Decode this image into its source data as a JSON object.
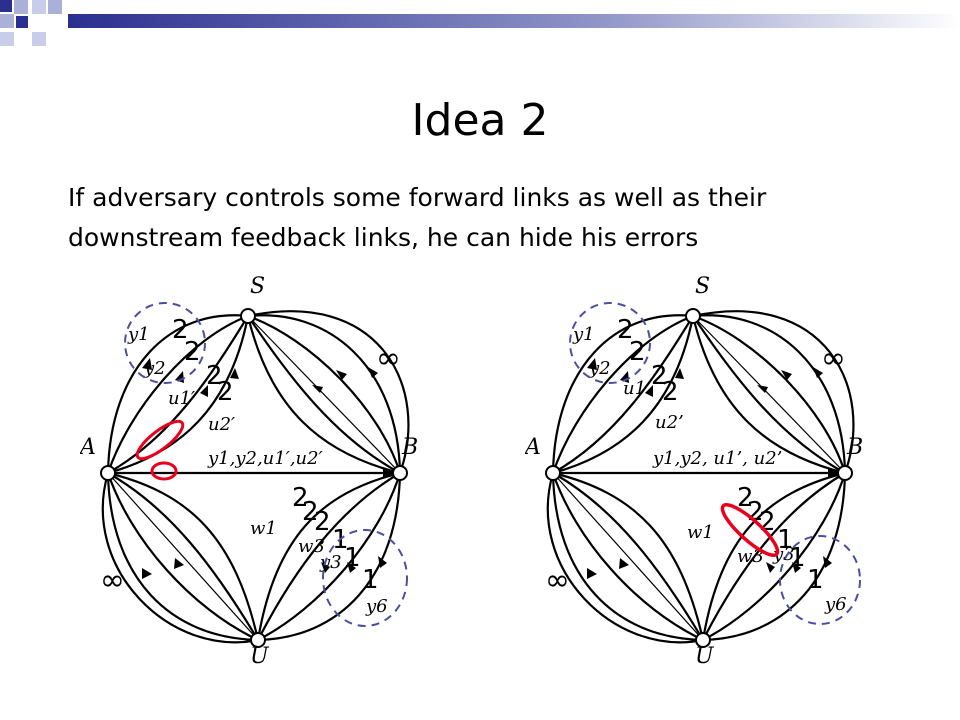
{
  "slide": {
    "title": "Idea 2",
    "subtitle": "If adversary controls some forward links as well as their downstream feedback links, he can hide his errors"
  },
  "left_diagram": {
    "nodes": {
      "S": "S",
      "A": "A",
      "B": "B",
      "U": "U"
    },
    "inf_top": "∞",
    "inf_bottom": "∞",
    "forward_labels": [
      "2",
      "2",
      "2",
      "2"
    ],
    "feedback_labels": [
      "2",
      "2",
      "2",
      "1",
      "1",
      "1"
    ],
    "var_labels": {
      "y1": "y1",
      "y2": "y2",
      "u1": "u1′",
      "u2": "u2′",
      "w1": "w1",
      "w3": "w3",
      "y3": "y3",
      "y6": "y6",
      "ab_link": "y1,y2,u1′,u2′"
    },
    "colors": {
      "adversary": "#e8001c",
      "circle": "#4a4fa0"
    }
  },
  "right_diagram": {
    "nodes": {
      "S": "S",
      "A": "A",
      "B": "B",
      "U": "U"
    },
    "inf_top": "∞",
    "inf_bottom": "∞",
    "forward_labels": [
      "2",
      "2",
      "2",
      "2"
    ],
    "feedback_labels": [
      "2",
      "2",
      "2",
      "1",
      "1",
      "1"
    ],
    "var_labels": {
      "y1": "y1",
      "y2": "y2",
      "u1": "u1’",
      "u2": "u2’",
      "w1": "w1",
      "w3": "w3",
      "y3": "y3",
      "y6": "y6",
      "ab_link": "y1,y2, u1’, u2’"
    },
    "colors": {
      "adversary": "#e8001c",
      "circle": "#4a4fa0"
    }
  }
}
